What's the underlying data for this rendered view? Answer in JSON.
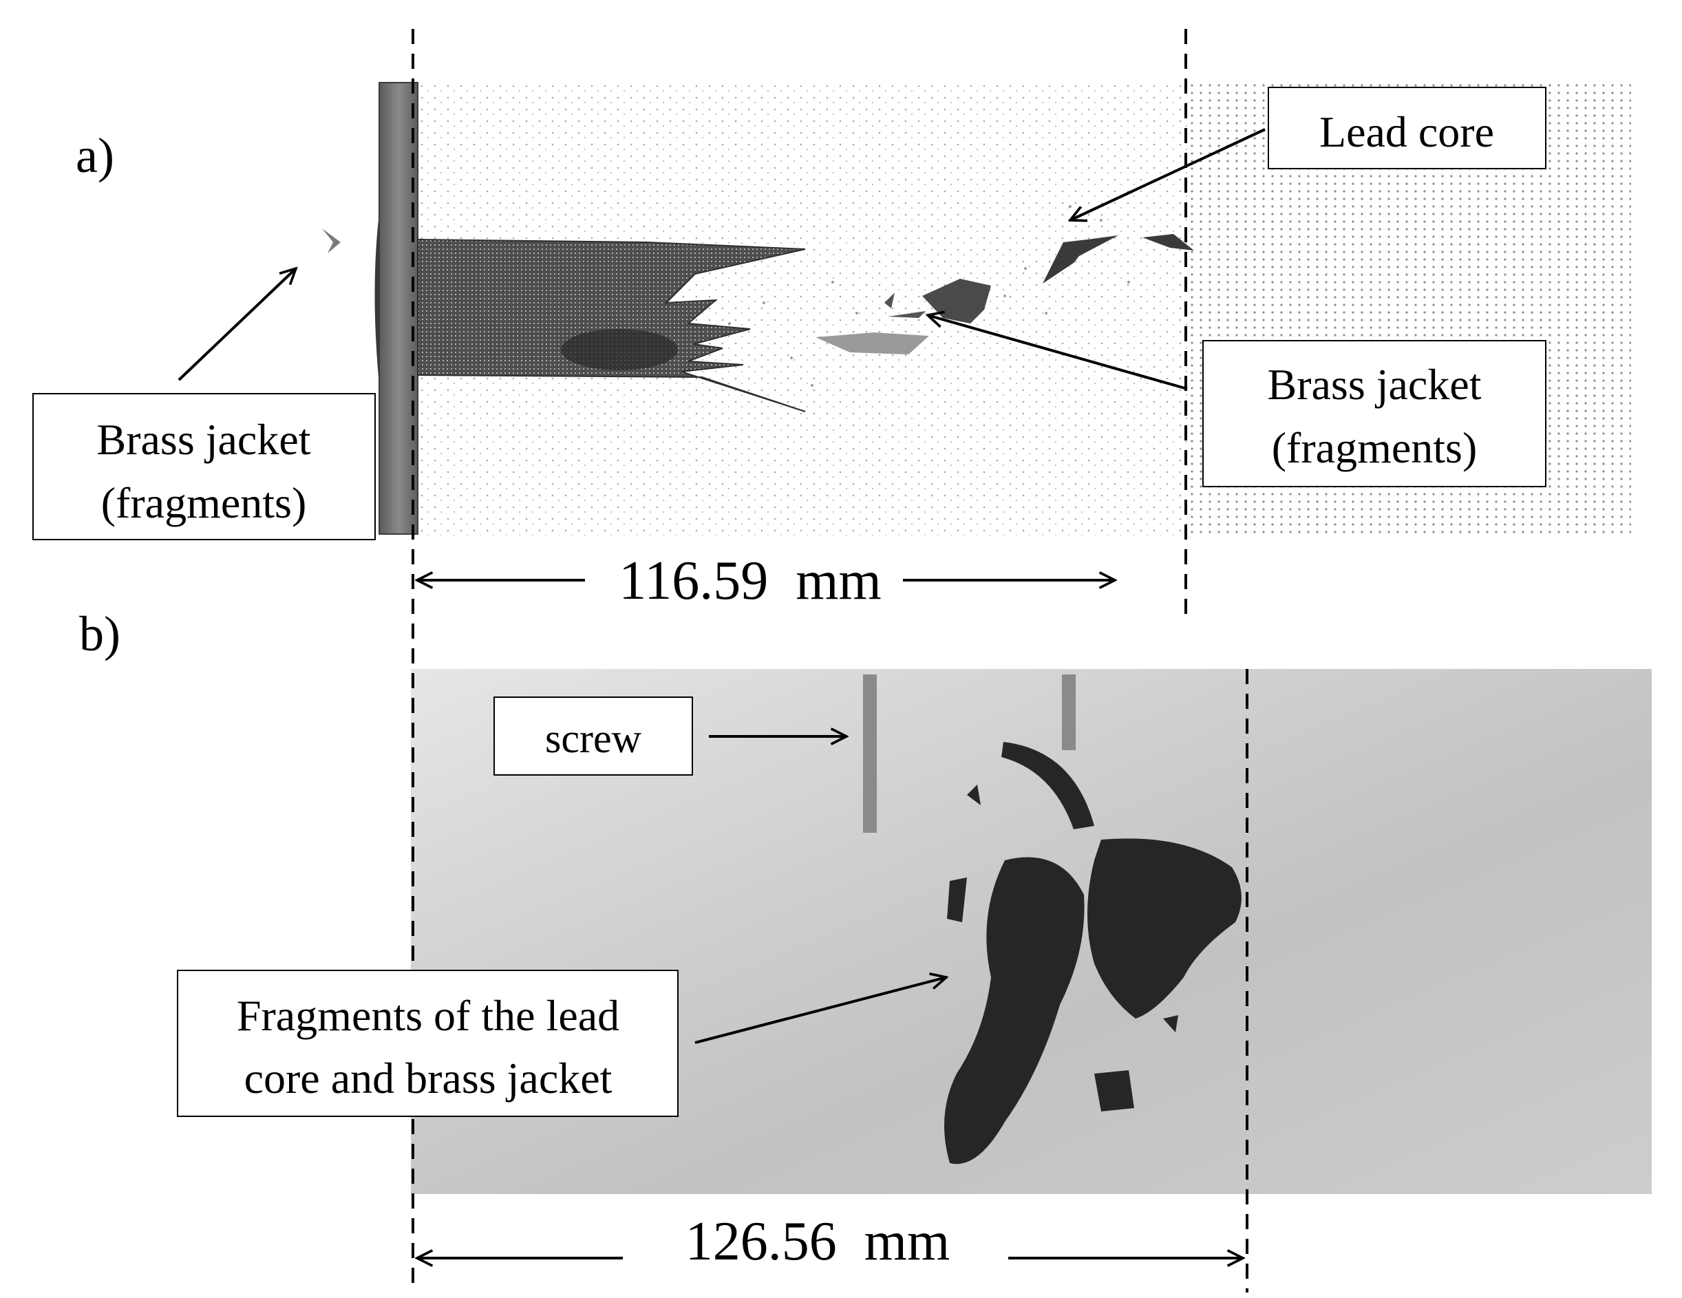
{
  "panels": {
    "a": {
      "letter": "a)"
    },
    "b": {
      "letter": "b)"
    }
  },
  "labels": {
    "lead_core": "Lead core",
    "brass_left": [
      "Brass jacket",
      "(fragments)"
    ],
    "brass_right": [
      "Brass jacket",
      "(fragments)"
    ],
    "screw": "screw",
    "fragments": [
      "Fragments of the lead",
      "core and brass jacket"
    ]
  },
  "dimensions": {
    "a": "116.59  mm",
    "b": "126.56  mm"
  },
  "colors": {
    "background": "#ffffff",
    "simulation_bg": "#d8d8d8",
    "plate": "#707070",
    "projectile": "#4a4a4a",
    "xray_bg": "#c6c6c6",
    "xray_dark": "#262626"
  }
}
